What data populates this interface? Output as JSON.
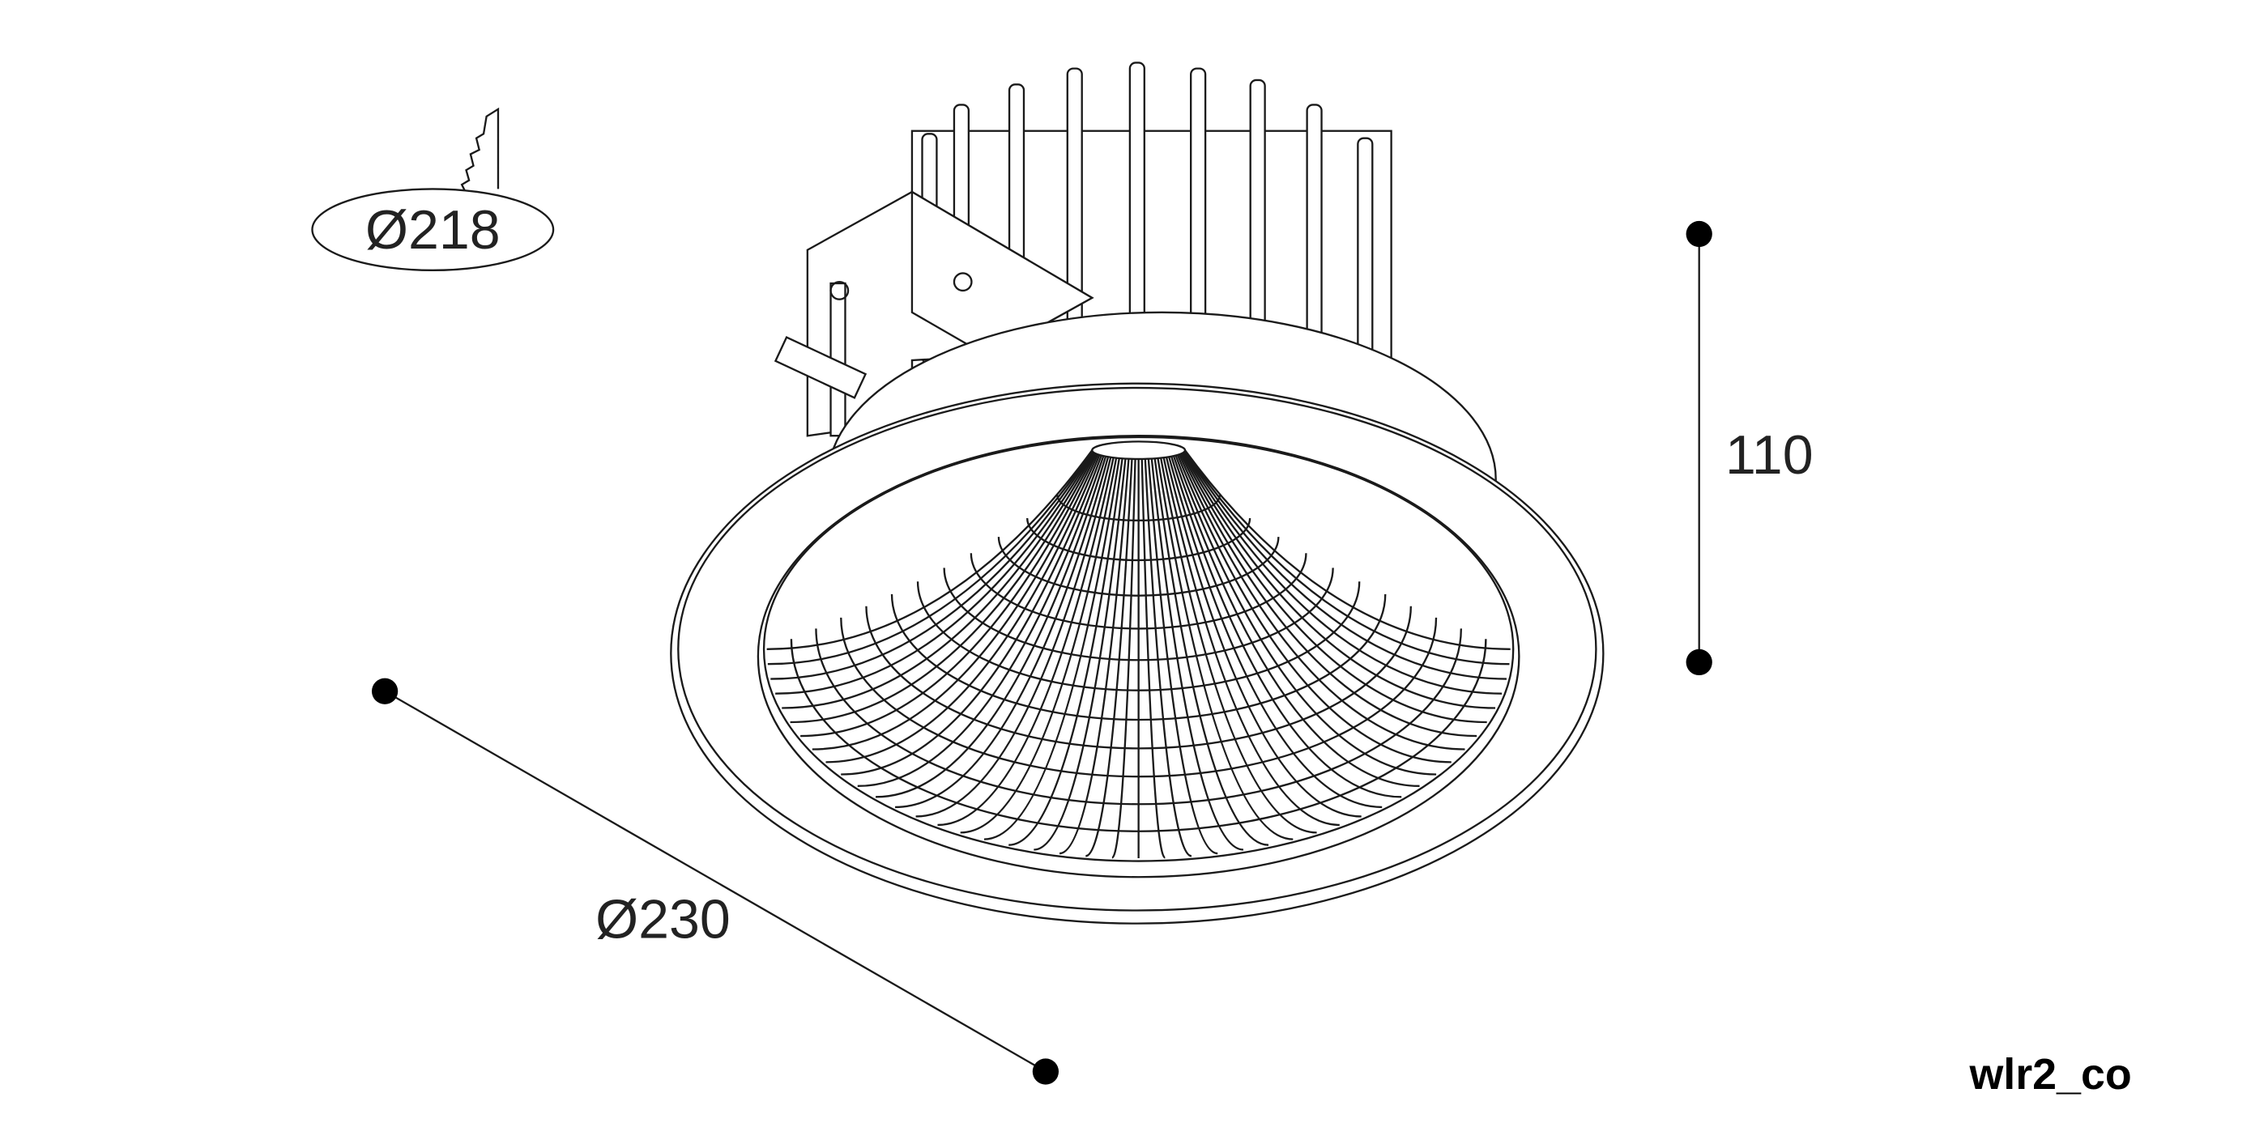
{
  "drawing": {
    "cutout_label": "Ø218",
    "height_label": "110",
    "diameter_label": "Ø230",
    "product_code": "wlr2_co"
  },
  "colors": {
    "line": "#1a1a1a",
    "background": "#ffffff"
  },
  "icons": [
    "ceiling-cutout-icon",
    "dimension-dot-icon"
  ]
}
